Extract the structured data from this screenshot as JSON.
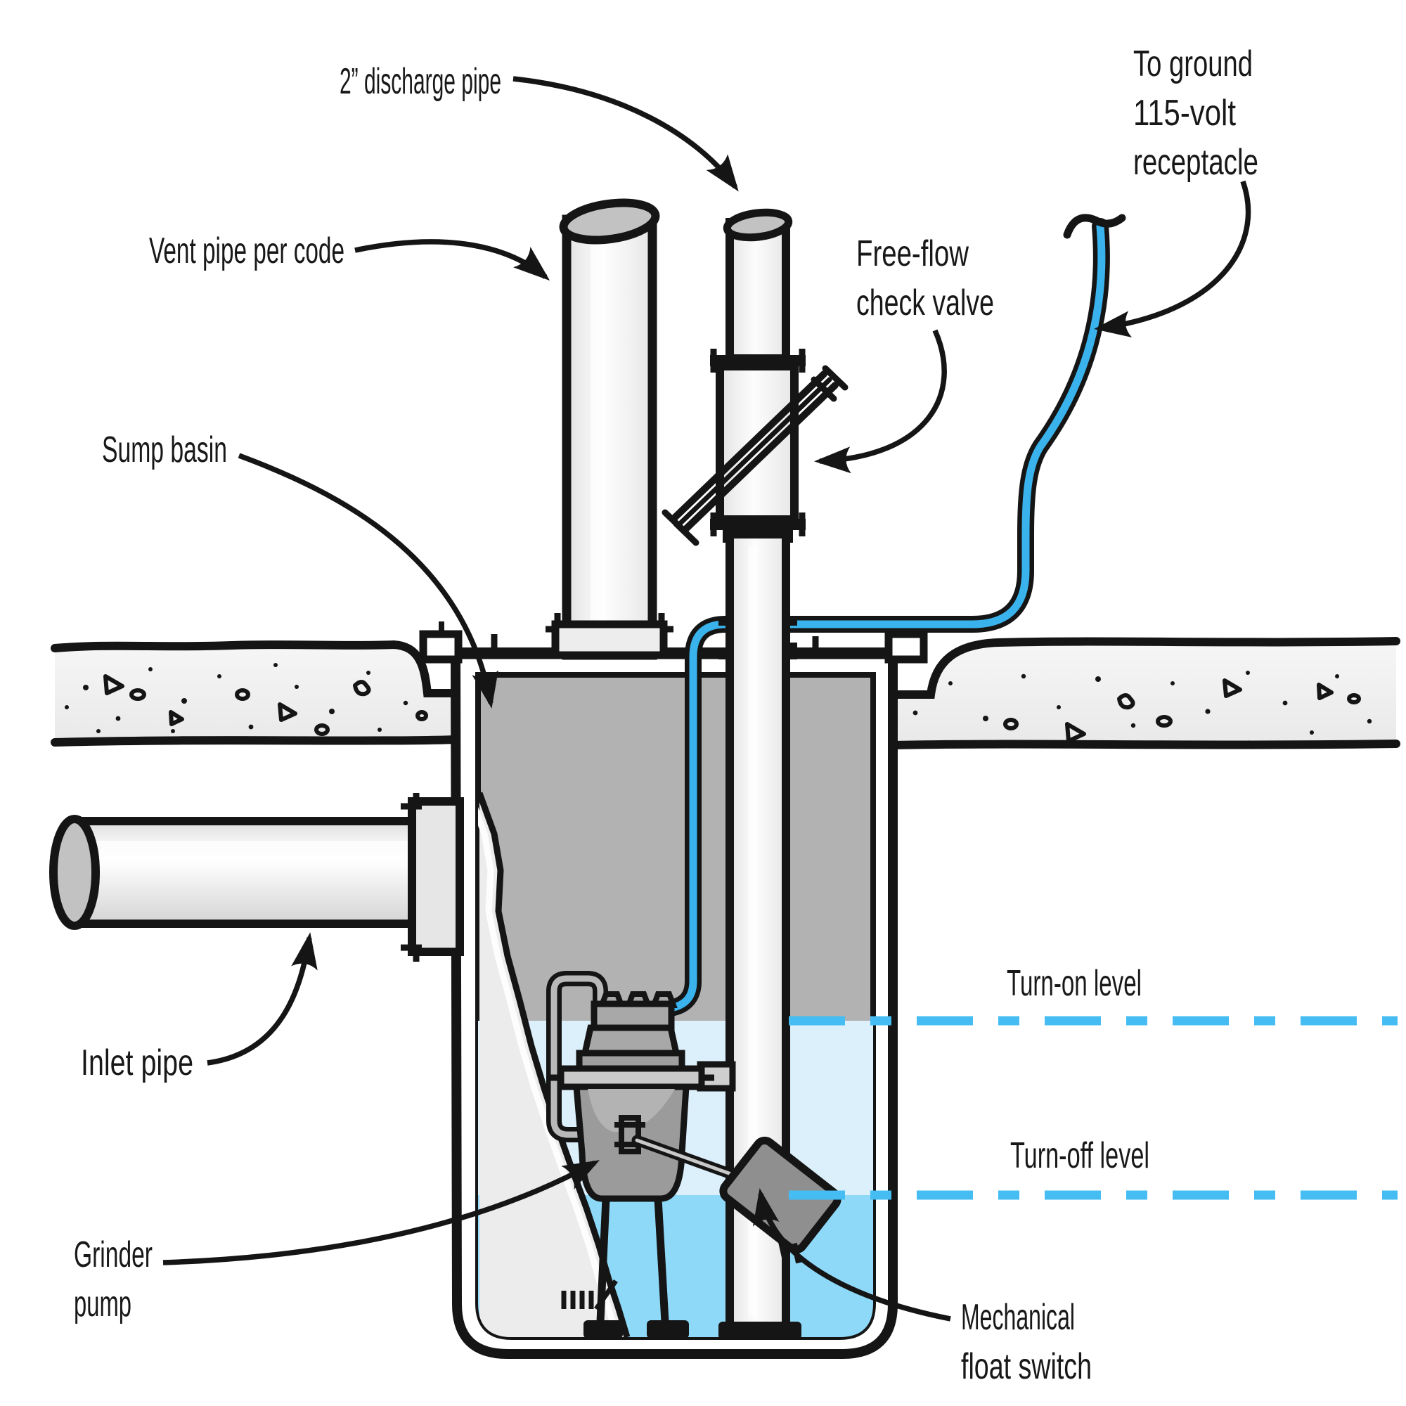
{
  "colors": {
    "line": "#151515",
    "cord_blue": "#3AB3EC",
    "level_line_blue": "#45BDF2",
    "water_upper": "#DCF0FC",
    "water_lower": "#8FD9F8",
    "basin_interior": "#B2B2B2"
  },
  "labels": {
    "discharge_pipe": "2” discharge pipe",
    "receptacle": {
      "line1": "To ground",
      "line2": "115-volt",
      "line3": "receptacle"
    },
    "vent_pipe": "Vent pipe per code",
    "check_valve": {
      "line1": "Free-flow",
      "line2": "check valve"
    },
    "sump_basin": "Sump basin",
    "inlet_pipe": "Inlet pipe",
    "grinder_pump": {
      "line1": "Grinder",
      "line2": "pump"
    },
    "turn_on_level": "Turn-on level",
    "turn_off_level": "Turn-off level",
    "float_switch": {
      "line1": "Mechanical",
      "line2": "float switch"
    }
  }
}
